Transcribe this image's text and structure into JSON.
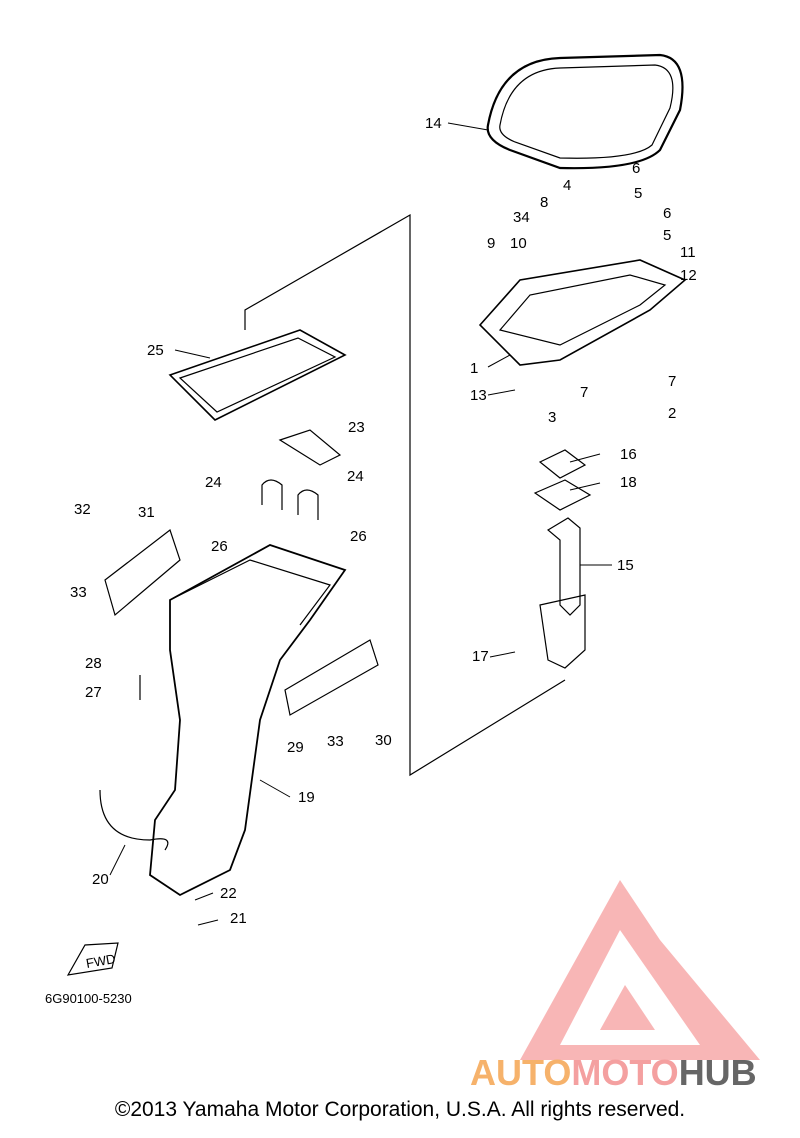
{
  "callouts": [
    {
      "id": "c1",
      "label": "1"
    },
    {
      "id": "c2",
      "label": "2"
    },
    {
      "id": "c3",
      "label": "3"
    },
    {
      "id": "c4",
      "label": "4"
    },
    {
      "id": "c5a",
      "label": "5"
    },
    {
      "id": "c5b",
      "label": "5"
    },
    {
      "id": "c6a",
      "label": "6"
    },
    {
      "id": "c6b",
      "label": "6"
    },
    {
      "id": "c7a",
      "label": "7"
    },
    {
      "id": "c7b",
      "label": "7"
    },
    {
      "id": "c8",
      "label": "8"
    },
    {
      "id": "c9",
      "label": "9"
    },
    {
      "id": "c10",
      "label": "10"
    },
    {
      "id": "c11",
      "label": "11"
    },
    {
      "id": "c12",
      "label": "12"
    },
    {
      "id": "c13",
      "label": "13"
    },
    {
      "id": "c14",
      "label": "14"
    },
    {
      "id": "c15",
      "label": "15"
    },
    {
      "id": "c16",
      "label": "16"
    },
    {
      "id": "c17",
      "label": "17"
    },
    {
      "id": "c18",
      "label": "18"
    },
    {
      "id": "c19",
      "label": "19"
    },
    {
      "id": "c20",
      "label": "20"
    },
    {
      "id": "c21",
      "label": "21"
    },
    {
      "id": "c22",
      "label": "22"
    },
    {
      "id": "c23",
      "label": "23"
    },
    {
      "id": "c24a",
      "label": "24"
    },
    {
      "id": "c24b",
      "label": "24"
    },
    {
      "id": "c25",
      "label": "25"
    },
    {
      "id": "c26a",
      "label": "26"
    },
    {
      "id": "c26b",
      "label": "26"
    },
    {
      "id": "c27",
      "label": "27"
    },
    {
      "id": "c28",
      "label": "28"
    },
    {
      "id": "c29",
      "label": "29"
    },
    {
      "id": "c30",
      "label": "30"
    },
    {
      "id": "c31",
      "label": "31"
    },
    {
      "id": "c32",
      "label": "32"
    },
    {
      "id": "c33a",
      "label": "33"
    },
    {
      "id": "c33b",
      "label": "33"
    },
    {
      "id": "c34",
      "label": "34"
    }
  ],
  "diagram_code": "6G90100-5230",
  "fwd_label": "FWD",
  "watermark": {
    "part1": "AUTO",
    "part2": "MOTO",
    "part3": "HUB",
    "color1": "#f6b26b",
    "color2": "#f4a0a0",
    "color3": "#666666"
  },
  "copyright": "©2013 Yamaha Motor Corporation, U.S.A. All rights reserved."
}
